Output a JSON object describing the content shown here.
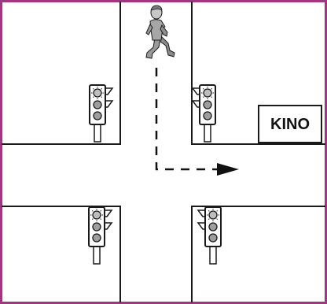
{
  "colors": {
    "frame": "#a0387f",
    "road_line": "#1a1a1a",
    "path": "#111111",
    "light_lens": "#bdbdbd",
    "light_off": "#9e9e9e"
  },
  "sign": {
    "label": "KINO"
  },
  "traffic_lights": [
    {
      "corner": "top-left",
      "lit": "top"
    },
    {
      "corner": "top-right",
      "lit": "top"
    },
    {
      "corner": "bottom-left",
      "lit": "top"
    },
    {
      "corner": "bottom-right",
      "lit": "top"
    }
  ],
  "pedestrian": {
    "icon": "walking-person-icon"
  },
  "route": {
    "style": "dashed",
    "turn": "right",
    "arrow": "arrow-right-icon"
  }
}
